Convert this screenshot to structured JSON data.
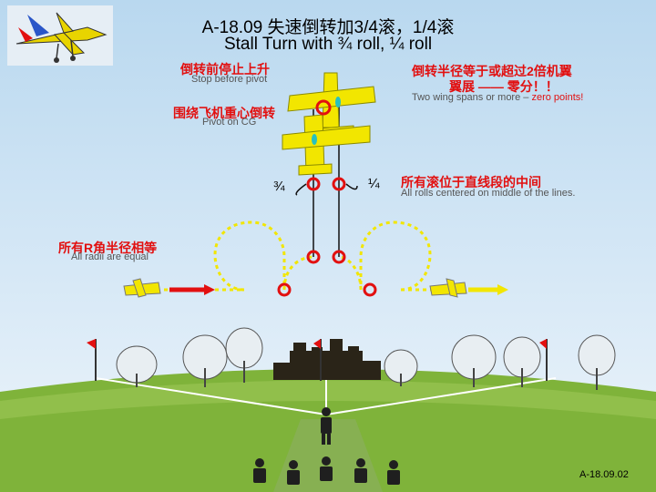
{
  "title": {
    "line1": "A-18.09 失速倒转加3/4滚，1/4滚",
    "line2": "Stall Turn with ¾ roll, ¼ roll"
  },
  "labels": {
    "stop_zh": "倒转前停止上升",
    "stop_en": "Stop before pivot",
    "pivot_zh": "围绕飞机重心倒转",
    "pivot_en": "Pivot on CG",
    "radius_zh_a": "倒转半径等于或超过2倍机翼",
    "radius_zh_b": "翼展 —— ",
    "radius_zh_c": "零分！！",
    "radius_en_a": "Two wing spans or more – ",
    "radius_en_b": "zero points!",
    "rolls_zh": "所有滚位于直线段的中间",
    "rolls_en": "All rolls centered on middle of the lines.",
    "radii_zh": "所有R角半径相等",
    "radii_en": "All radii are equal",
    "frac_three_quarter": "¾",
    "frac_quarter": "¼",
    "footer": "A-18.09.02"
  },
  "colors": {
    "accent_red": "#e21010",
    "path_yellow": "#f2e600",
    "grass": "#7fb33a",
    "sky": "#cfe3f3"
  }
}
